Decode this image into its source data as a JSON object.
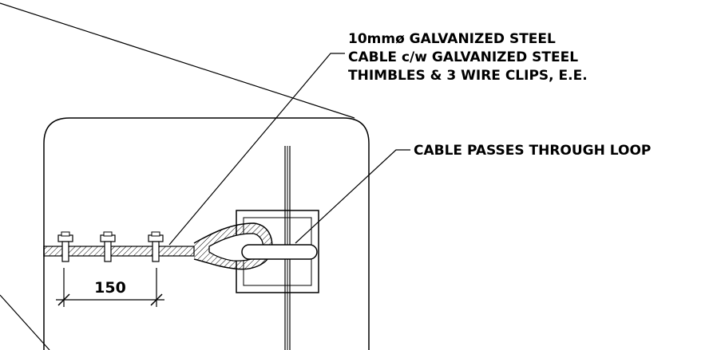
{
  "notes": {
    "cable_note": {
      "line1": "10mmø GALVANIZED STEEL",
      "line2": "CABLE c/w GALVANIZED STEEL",
      "line3": "THIMBLES & 3 WIRE CLIPS, E.E."
    },
    "loop_note": "CABLE PASSES THROUGH LOOP"
  },
  "dimensions": {
    "clip_spacing": "150"
  },
  "colors": {
    "line": "#000000",
    "background": "#ffffff"
  }
}
